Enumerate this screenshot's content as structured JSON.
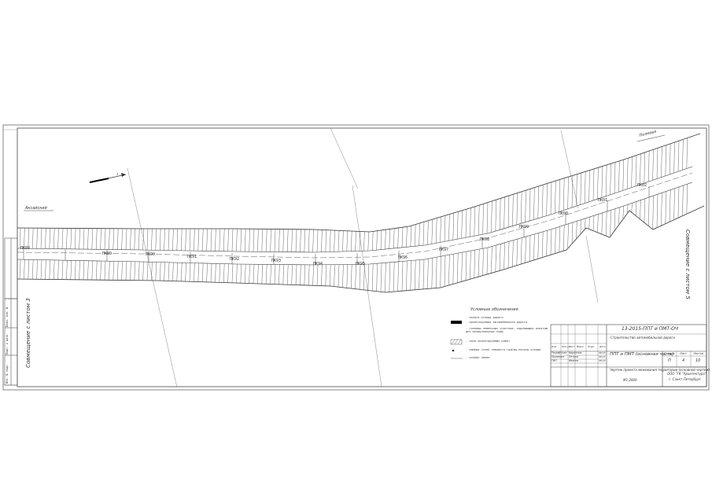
{
  "drawing": {
    "left_road": "Аксайский",
    "right_road": "Полевая",
    "north_arrow": "з",
    "match_line_left": "Совмещение с листом 3",
    "match_line_right": "Совмещение с листом 5"
  },
  "pickets": [
    "ПК88",
    "ПК89",
    "ПК90",
    "ПК91",
    "ПК92",
    "ПК93",
    "ПК94",
    "ПК95",
    "ПК96",
    "ПК97",
    "ПК98",
    "ПК99",
    "ПК00",
    "ПК01",
    "ПК02"
  ],
  "legend": {
    "title": "Условные обозначения",
    "items": [
      "- полоса отвода дороги",
      "- проектируемая автомобильная дорога",
      "- границы земельных участков, подлежащих изъятию для муниципальных нужд",
      "- зона проектируемых работ",
      "- номера точек поворота границ полосы отвода",
      "- осевая линия"
    ]
  },
  "title_block": {
    "code": "13-2015-ППТ и ПМТ-ОЧ",
    "project_title": "Строительство автомобильной дороги",
    "section": "ППТ и ПМТ (основная часть)",
    "sheet_title": "Чертеж проекта межевания территории (основной чертеж)",
    "scale": "М1:2000",
    "stage_header": "Стадия",
    "sheet_header": "Лист",
    "sheets_header": "Листов",
    "stage": "П",
    "sheet": "4",
    "sheets": "10",
    "company": "ООО \"ГК \"Архитектура\"",
    "city": "г. Санкт-Петербург",
    "columns": [
      "Изм.",
      "Кол.уч.",
      "Лист",
      "№док.",
      "Подп.",
      "Дата"
    ],
    "rows": [
      {
        "role": "Разработал",
        "name": "Кириллов",
        "date": "08.15"
      },
      {
        "role": "Проверил",
        "name": "Петров",
        "date": "08.15"
      },
      {
        "role": "ГИП",
        "name": "Иванов",
        "date": "08.15"
      }
    ]
  },
  "side_stamp": [
    "Взам. инв. №",
    "Подп. и дата",
    "Инв. № подл."
  ]
}
